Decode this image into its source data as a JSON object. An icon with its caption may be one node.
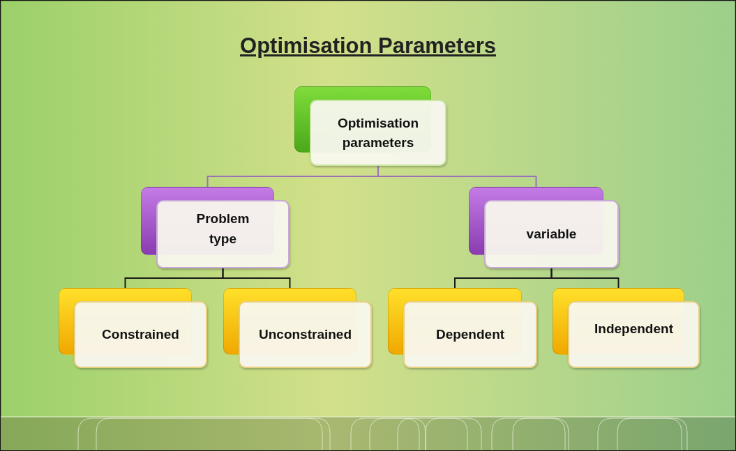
{
  "diagram": {
    "title": "Optimisation Parameters",
    "nodes": [
      {
        "text": [
          "Optimisation parameters"
        ]
      },
      {
        "text": [
          "Problem type"
        ]
      },
      {
        "text": [
          "variable"
        ]
      },
      {
        "text": [
          "Constrained"
        ]
      },
      {
        "text": [
          "Unconstrained"
        ]
      },
      {
        "text": [
          "Dependent"
        ]
      },
      {
        "text": [
          "Independent"
        ]
      }
    ],
    "edges": [
      {
        "from": 0,
        "to": 1,
        "arrow": "none",
        "color": "#9b72b8"
      },
      {
        "from": 0,
        "to": 2,
        "arrow": "none",
        "color": "#9b72b8"
      },
      {
        "from": 1,
        "to": 3,
        "arrow": "none"
      },
      {
        "from": 1,
        "to": 4,
        "arrow": "none"
      },
      {
        "from": 2,
        "to": 5,
        "arrow": "none"
      },
      {
        "from": 2,
        "to": 6,
        "arrow": "none"
      }
    ]
  }
}
